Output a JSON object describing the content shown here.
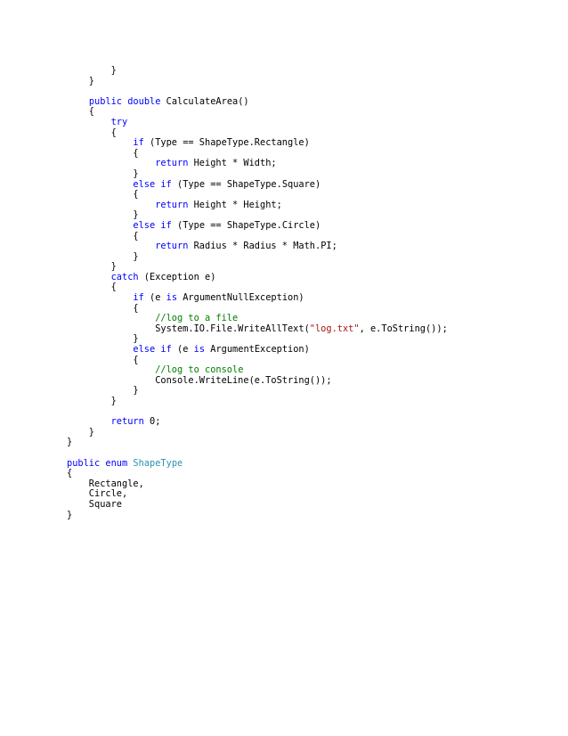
{
  "document": {
    "type": "code-page",
    "colors": {
      "keyword": "#0000ff",
      "string": "#a31515",
      "comment": "#008000",
      "type": "#2b91af",
      "text": "#000000",
      "background": "#ffffff"
    },
    "lines": [
      [
        {
          "t": "        }"
        }
      ],
      [
        {
          "t": "    }"
        }
      ],
      [
        {
          "t": ""
        }
      ],
      [
        {
          "t": "    "
        },
        {
          "t": "public",
          "c": "k"
        },
        {
          "t": " "
        },
        {
          "t": "double",
          "c": "k"
        },
        {
          "t": " CalculateArea()"
        }
      ],
      [
        {
          "t": "    {"
        }
      ],
      [
        {
          "t": "        "
        },
        {
          "t": "try",
          "c": "k"
        }
      ],
      [
        {
          "t": "        {"
        }
      ],
      [
        {
          "t": "            "
        },
        {
          "t": "if",
          "c": "k"
        },
        {
          "t": " (Type == ShapeType.Rectangle)"
        }
      ],
      [
        {
          "t": "            {"
        }
      ],
      [
        {
          "t": "                "
        },
        {
          "t": "return",
          "c": "k"
        },
        {
          "t": " Height * Width;"
        }
      ],
      [
        {
          "t": "            }"
        }
      ],
      [
        {
          "t": "            "
        },
        {
          "t": "else",
          "c": "k"
        },
        {
          "t": " "
        },
        {
          "t": "if",
          "c": "k"
        },
        {
          "t": " (Type == ShapeType.Square)"
        }
      ],
      [
        {
          "t": "            {"
        }
      ],
      [
        {
          "t": "                "
        },
        {
          "t": "return",
          "c": "k"
        },
        {
          "t": " Height * Height;"
        }
      ],
      [
        {
          "t": "            }"
        }
      ],
      [
        {
          "t": "            "
        },
        {
          "t": "else",
          "c": "k"
        },
        {
          "t": " "
        },
        {
          "t": "if",
          "c": "k"
        },
        {
          "t": " (Type == ShapeType.Circle)"
        }
      ],
      [
        {
          "t": "            {"
        }
      ],
      [
        {
          "t": "                "
        },
        {
          "t": "return",
          "c": "k"
        },
        {
          "t": " Radius * Radius * Math.PI;"
        }
      ],
      [
        {
          "t": "            }"
        }
      ],
      [
        {
          "t": "        }"
        }
      ],
      [
        {
          "t": "        "
        },
        {
          "t": "catch",
          "c": "k"
        },
        {
          "t": " (Exception e)"
        }
      ],
      [
        {
          "t": "        {"
        }
      ],
      [
        {
          "t": "            "
        },
        {
          "t": "if",
          "c": "k"
        },
        {
          "t": " (e "
        },
        {
          "t": "is",
          "c": "k"
        },
        {
          "t": " ArgumentNullException)"
        }
      ],
      [
        {
          "t": "            {"
        }
      ],
      [
        {
          "t": "                "
        },
        {
          "t": "//log to a file",
          "c": "c"
        }
      ],
      [
        {
          "t": "                System.IO.File.WriteAllText("
        },
        {
          "t": "\"log.txt\"",
          "c": "s"
        },
        {
          "t": ", e.ToString());"
        }
      ],
      [
        {
          "t": "            }"
        }
      ],
      [
        {
          "t": "            "
        },
        {
          "t": "else",
          "c": "k"
        },
        {
          "t": " "
        },
        {
          "t": "if",
          "c": "k"
        },
        {
          "t": " (e "
        },
        {
          "t": "is",
          "c": "k"
        },
        {
          "t": " ArgumentException)"
        }
      ],
      [
        {
          "t": "            {"
        }
      ],
      [
        {
          "t": "                "
        },
        {
          "t": "//log to console",
          "c": "c"
        }
      ],
      [
        {
          "t": "                Console.WriteLine(e.ToString());"
        }
      ],
      [
        {
          "t": "            }"
        }
      ],
      [
        {
          "t": "        }"
        }
      ],
      [
        {
          "t": ""
        }
      ],
      [
        {
          "t": "        "
        },
        {
          "t": "return",
          "c": "k"
        },
        {
          "t": " 0;"
        }
      ],
      [
        {
          "t": "    }"
        }
      ],
      [
        {
          "t": "}"
        }
      ],
      [
        {
          "t": ""
        }
      ],
      [
        {
          "t": "public",
          "c": "k"
        },
        {
          "t": " "
        },
        {
          "t": "enum",
          "c": "k"
        },
        {
          "t": " "
        },
        {
          "t": "ShapeType",
          "c": "t"
        }
      ],
      [
        {
          "t": "{"
        }
      ],
      [
        {
          "t": "    Rectangle,"
        }
      ],
      [
        {
          "t": "    Circle,"
        }
      ],
      [
        {
          "t": "    Square"
        }
      ],
      [
        {
          "t": "}"
        }
      ]
    ]
  }
}
